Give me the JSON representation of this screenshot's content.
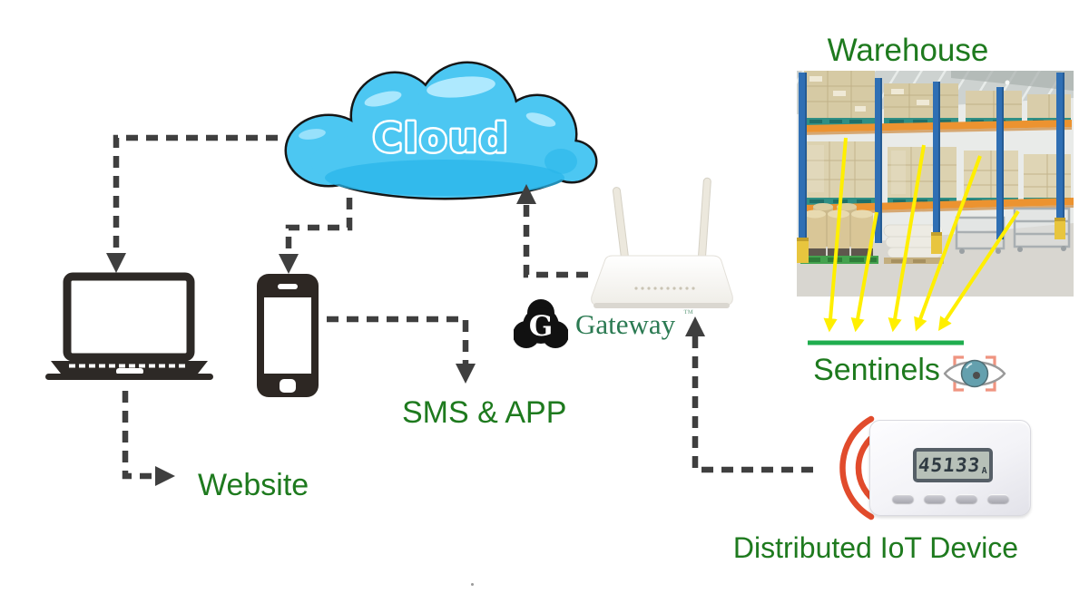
{
  "nodes": {
    "cloud": {
      "label": "Cloud",
      "type": "cloud"
    },
    "laptop": {
      "type": "laptop-icon"
    },
    "smartphone": {
      "type": "smartphone-icon"
    },
    "website": {
      "label": "Website"
    },
    "sms_app": {
      "label": "SMS & APP"
    },
    "gateway": {
      "label": "Gateway",
      "trademark": "™",
      "type": "wireless-router"
    },
    "warehouse": {
      "label": "Warehouse",
      "type": "photo-of-pallet-racking"
    },
    "sentinels": {
      "label": "Sentinels"
    },
    "iot_device": {
      "label": "Distributed IoT Device",
      "lcd_value": "45133",
      "lcd_mode": "A"
    }
  },
  "connections": [
    {
      "from": "cloud",
      "to": "laptop",
      "style": "dashed-arrow"
    },
    {
      "from": "cloud",
      "to": "smartphone",
      "style": "dashed-arrow"
    },
    {
      "from": "smartphone",
      "to": "sms_app",
      "style": "dashed-arrow"
    },
    {
      "from": "laptop",
      "to": "website",
      "style": "dashed-arrow"
    },
    {
      "from": "gateway",
      "to": "cloud",
      "style": "dashed-arrow"
    },
    {
      "from": "iot_device",
      "to": "gateway",
      "style": "dashed-arrow"
    },
    {
      "from": "warehouse",
      "to": "sentinels",
      "style": "yellow-arrows",
      "count": 5
    }
  ],
  "colors": {
    "label_green": "#1e7a1e",
    "gateway_green": "#2b7a52",
    "arrow_gray": "#3f3f3f",
    "cloud_blue": "#4cc7f2",
    "cloud_shade_blue": "#29b5ea",
    "yellow_arrow": "#ffef00",
    "sentinel_line_green": "#1fad4e",
    "signal_red": "#e14b2c",
    "rack_blue": "#2f6fb4",
    "beam_orange": "#ec9330",
    "pallet_teal": "#2f8f85",
    "box_beige": "#d6caa4"
  }
}
